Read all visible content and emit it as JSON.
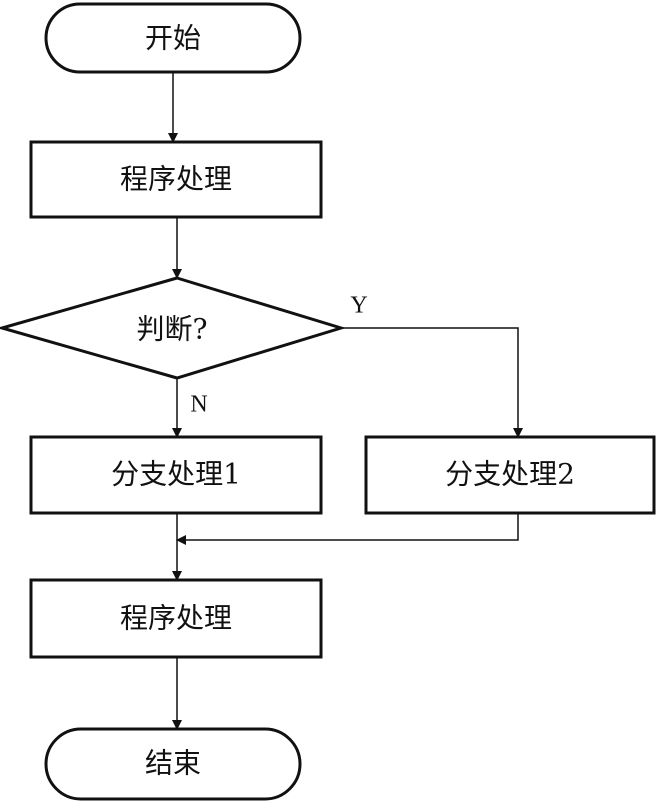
{
  "diagram": {
    "nodes": {
      "start": {
        "label": "开始"
      },
      "process_1": {
        "label": "程序处理"
      },
      "decision": {
        "label": "判断?"
      },
      "branch_1": {
        "label": "分支处理1"
      },
      "branch_2": {
        "label": "分支处理2"
      },
      "process_2": {
        "label": "程序处理"
      },
      "end": {
        "label": "结束"
      }
    },
    "edges": {
      "yes_label": "Y",
      "no_label": "N"
    }
  }
}
